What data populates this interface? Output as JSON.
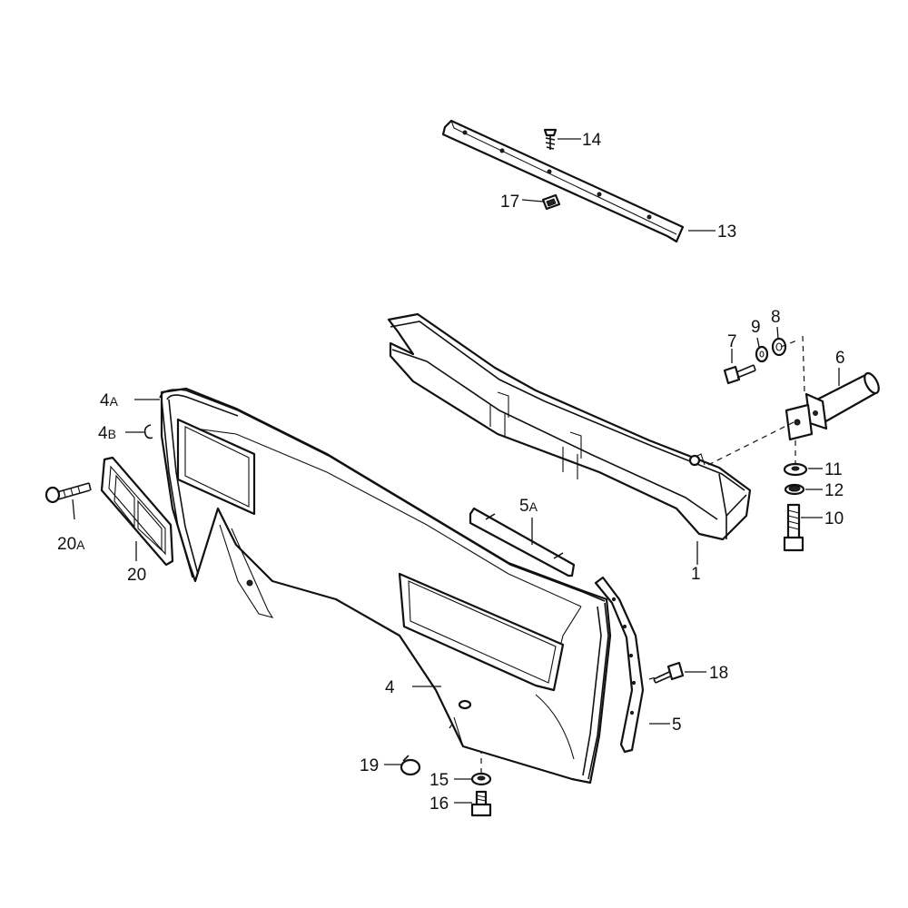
{
  "callouts": {
    "c1": "1",
    "c4": "4",
    "c4a_num": "4",
    "c4a_sub": "A",
    "c4b_num": "4",
    "c4b_sub": "B",
    "c5": "5",
    "c5a_num": "5",
    "c5a_sub": "A",
    "c6": "6",
    "c7": "7",
    "c8": "8",
    "c9": "9",
    "c10": "10",
    "c11": "11",
    "c12": "12",
    "c13": "13",
    "c14": "14",
    "c15": "15",
    "c16": "16",
    "c17": "17",
    "c18": "18",
    "c19": "19",
    "c20": "20",
    "c20a_num": "20",
    "c20a_sub": "A"
  }
}
